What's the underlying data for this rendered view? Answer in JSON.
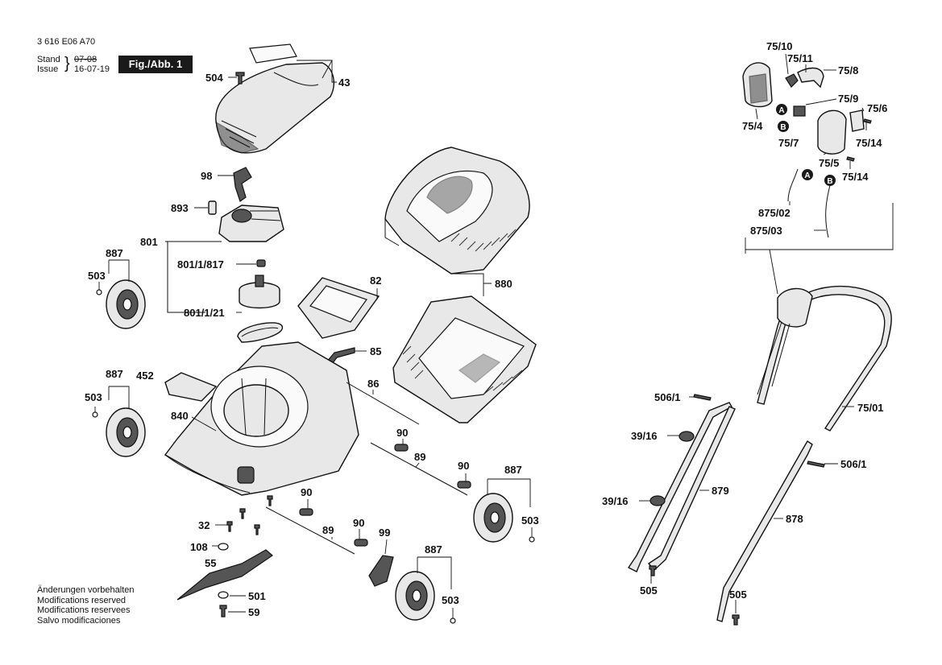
{
  "header": {
    "doc_number": "3 616 E06 A70",
    "stand_label": "Stand",
    "stand_date": "07-08",
    "issue_label": "Issue",
    "issue_date": "16-07-19",
    "figure_label": "Fig./Abb. 1"
  },
  "footer": {
    "lines": [
      "Änderungen vorbehalten",
      "Modifications reserved",
      "Modifications reservees",
      "Salvo modificaciones"
    ]
  },
  "part_numbers": {
    "p504": "504",
    "p43": "43",
    "p98": "98",
    "p893": "893",
    "p801": "801",
    "p801_1_817": "801/1/817",
    "p801_1_21": "801/1/21",
    "p82": "82",
    "p85": "85",
    "p880": "880",
    "p887_a": "887",
    "p503_a": "503",
    "p887_b": "887",
    "p503_b": "503",
    "p452": "452",
    "p840": "840",
    "p86": "86",
    "p90_a": "90",
    "p89_a": "89",
    "p90_b": "90",
    "p887_c": "887",
    "p503_c": "503",
    "p90_c": "90",
    "p90_d": "90",
    "p89_b": "89",
    "p99": "99",
    "p887_d": "887",
    "p503_d": "503",
    "p32": "32",
    "p108": "108",
    "p55": "55",
    "p501": "501",
    "p59": "59",
    "p75_10": "75/10",
    "p75_11": "75/11",
    "p75_8": "75/8",
    "p75_9": "75/9",
    "p75_6": "75/6",
    "p75_4": "75/4",
    "p75_7": "75/7",
    "p75_14_a": "75/14",
    "p75_5": "75/5",
    "p75_14_b": "75/14",
    "p875_02": "875/02",
    "p875_03": "875/03",
    "p506_1_a": "506/1",
    "p75_01": "75/01",
    "p39_16_a": "39/16",
    "p506_1_b": "506/1",
    "p39_16_b": "39/16",
    "p879": "879",
    "p878": "878",
    "p505_a": "505",
    "p505_b": "505"
  },
  "connector_markers": {
    "a1": "A",
    "b1": "B",
    "a2": "A",
    "b2": "B"
  }
}
